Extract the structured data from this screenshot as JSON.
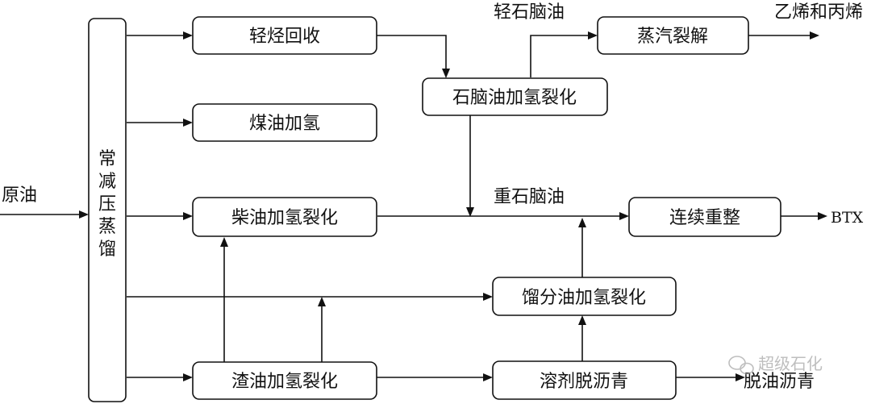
{
  "diagram": {
    "input": "原油",
    "column_label": "常减压蒸馏",
    "boxes": {
      "light_hc": "轻烃回收",
      "kerosene": "煤油加氢",
      "diesel": "柴油加氢裂化",
      "residue": "渣油加氢裂化",
      "naphtha_hc": "石脑油加氢裂化",
      "steam_crack": "蒸汽裂解",
      "reforming": "连续重整",
      "distillate": "馏分油加氢裂化",
      "deasphalt": "溶剂脱沥青"
    },
    "labels": {
      "light_naphtha": "轻石脑油",
      "ethylene_propylene": "乙烯和丙烯",
      "heavy_naphtha": "重石脑油",
      "btx": "BTX",
      "deoiled_asphalt": "脱油沥青"
    },
    "watermark": "超级石化"
  }
}
